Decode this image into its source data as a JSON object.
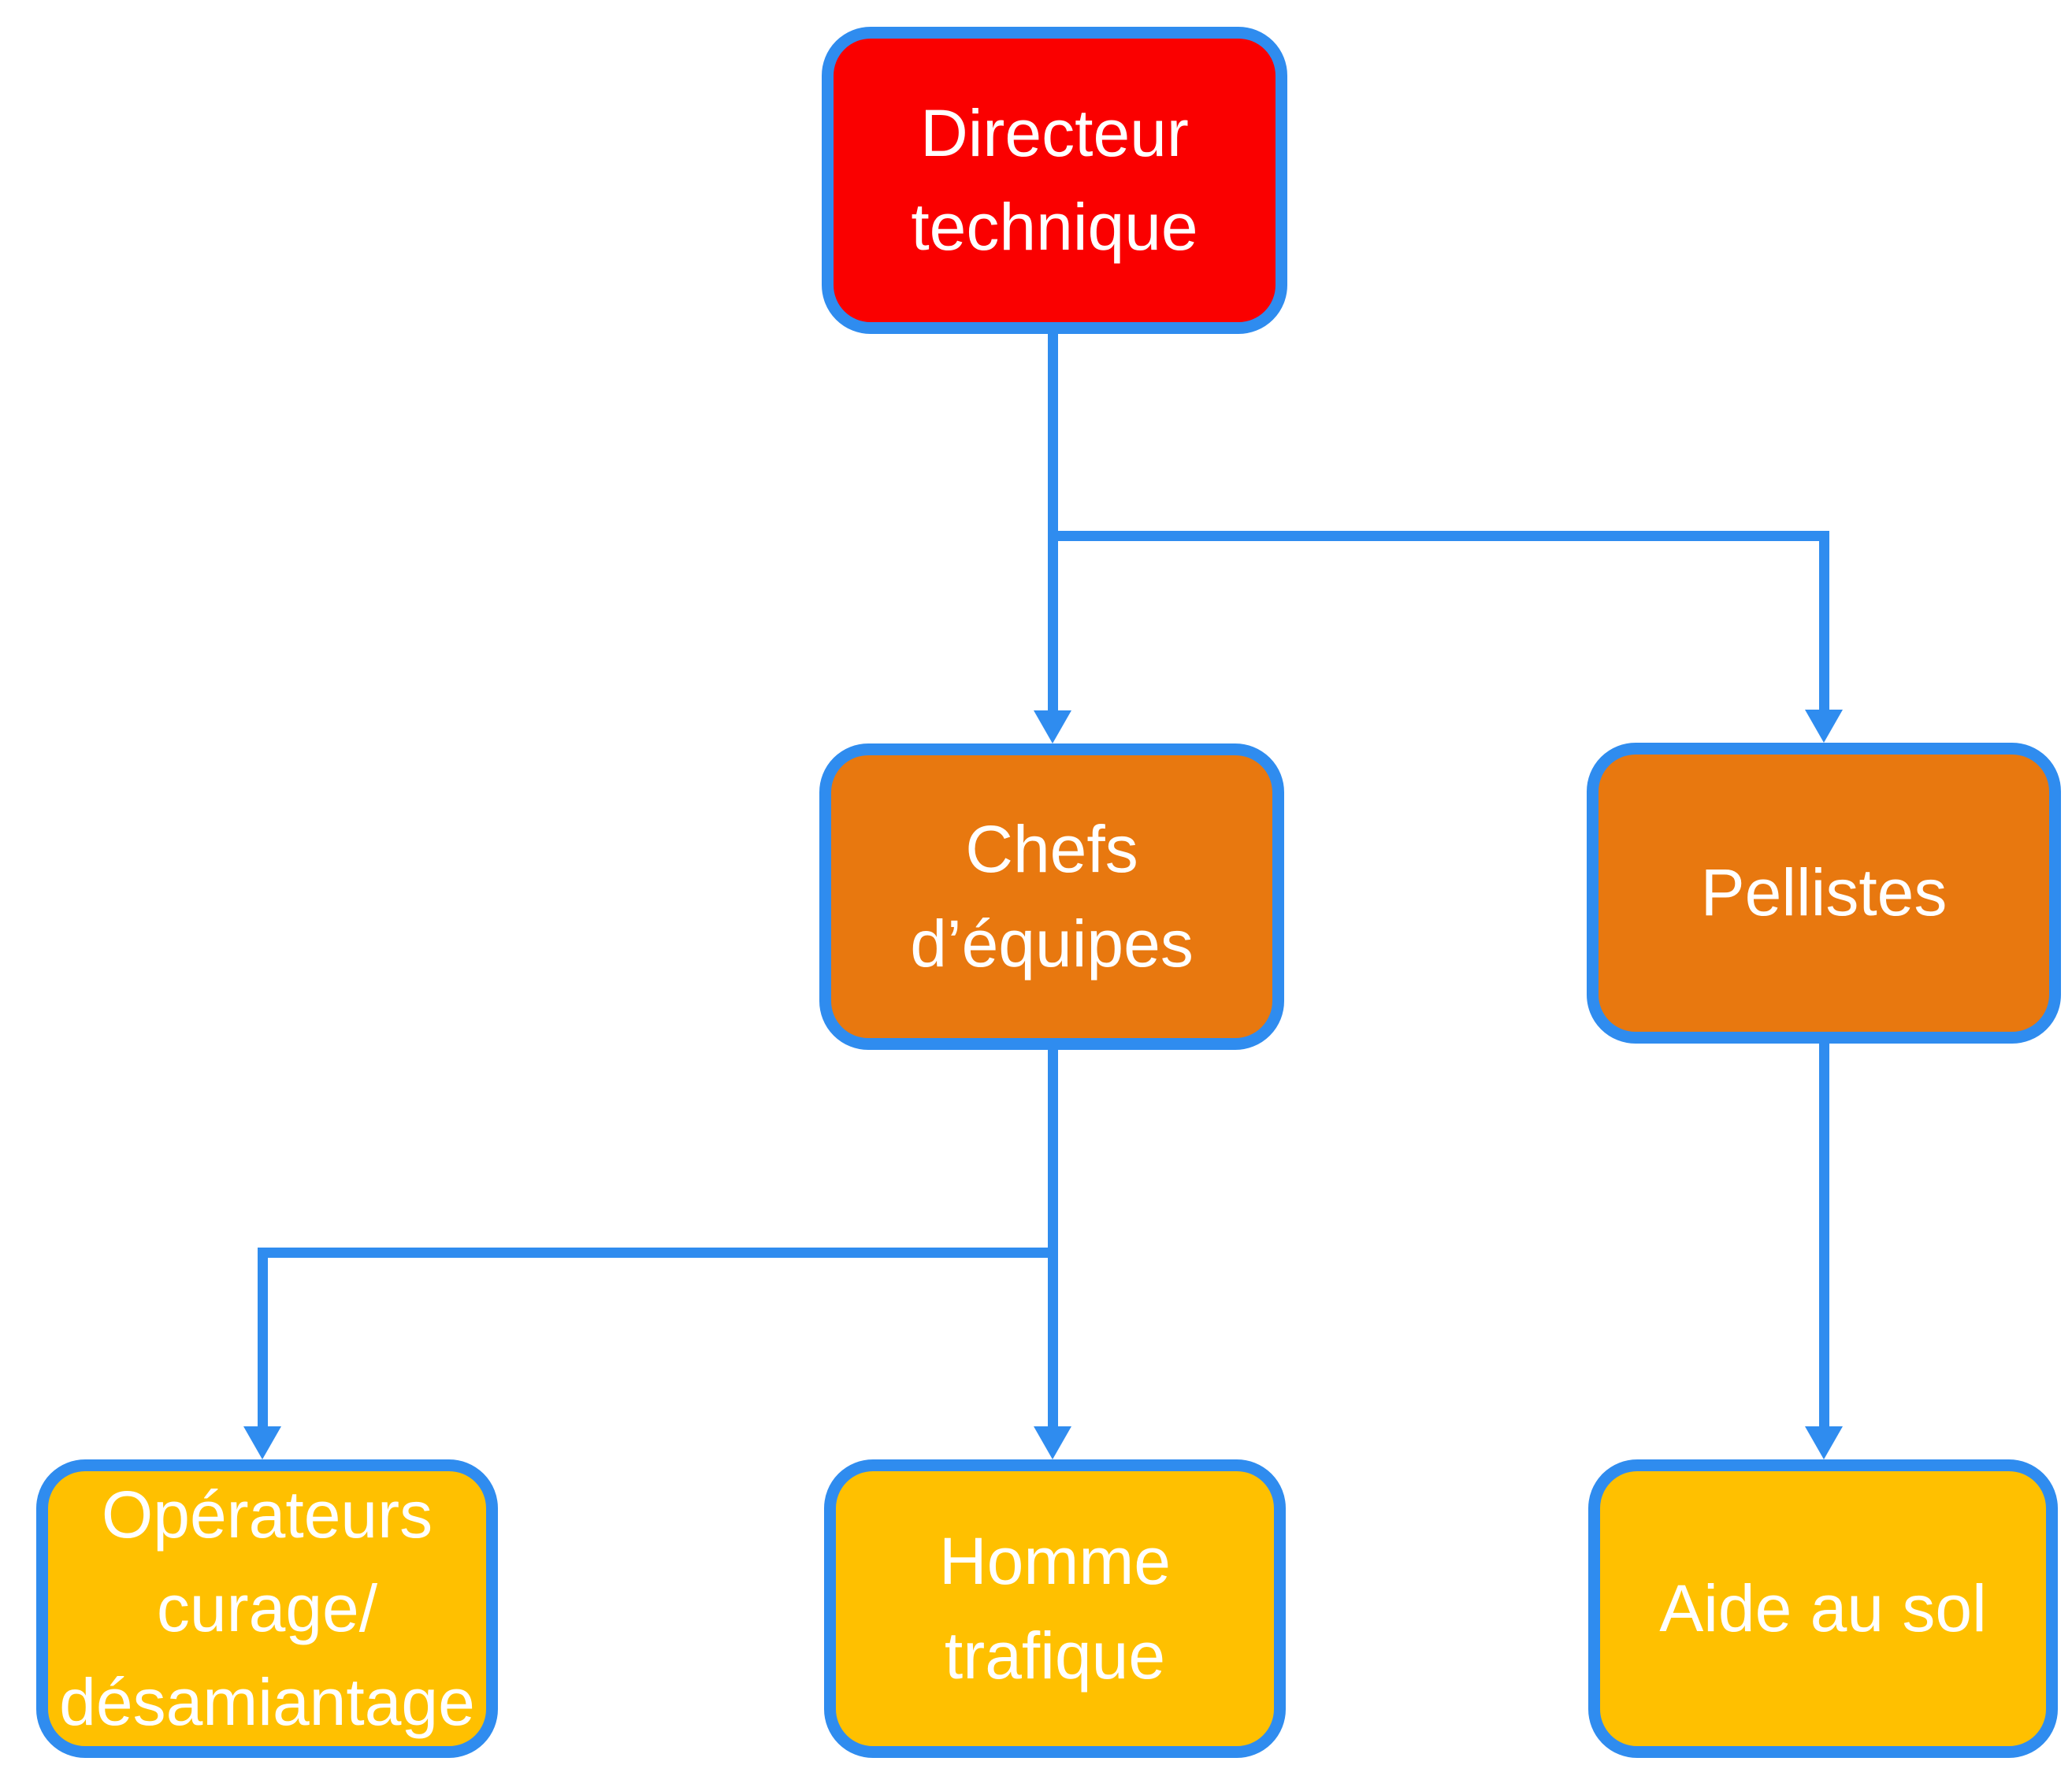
{
  "diagram": {
    "type": "org-chart",
    "background": "#FFFFFF",
    "colors": {
      "connector_blue": "#2F8CEF",
      "node_border_blue": "#2F8CEF",
      "level1_fill_red": "#FA0000",
      "level2_fill_orange": "#E8780F",
      "level3_fill_gold": "#FFC000",
      "text_white": "#FFFFFF"
    },
    "nodes": [
      {
        "id": "directeur-technique",
        "label": "Directeur technique",
        "fill": "#FA0000",
        "level": 1
      },
      {
        "id": "chefs-dequipes",
        "label": "Chefs d’équipes",
        "fill": "#E8780F",
        "level": 2
      },
      {
        "id": "pellistes",
        "label": "Pellistes",
        "fill": "#E8780F",
        "level": 2
      },
      {
        "id": "operateurs-curage-desamiantage",
        "label": "Opérateurs curage/ désamiantage",
        "fill": "#FFC000",
        "level": 3
      },
      {
        "id": "homme-trafique",
        "label": "Homme trafique",
        "fill": "#FFC000",
        "level": 3
      },
      {
        "id": "aide-au-sol",
        "label": "Aide au sol",
        "fill": "#FFC000",
        "level": 3
      }
    ],
    "edges": [
      {
        "from": "directeur-technique",
        "to": "chefs-dequipes"
      },
      {
        "from": "directeur-technique",
        "to": "pellistes"
      },
      {
        "from": "chefs-dequipes",
        "to": "operateurs-curage-desamiantage"
      },
      {
        "from": "chefs-dequipes",
        "to": "homme-trafique"
      },
      {
        "from": "pellistes",
        "to": "aide-au-sol"
      }
    ]
  }
}
